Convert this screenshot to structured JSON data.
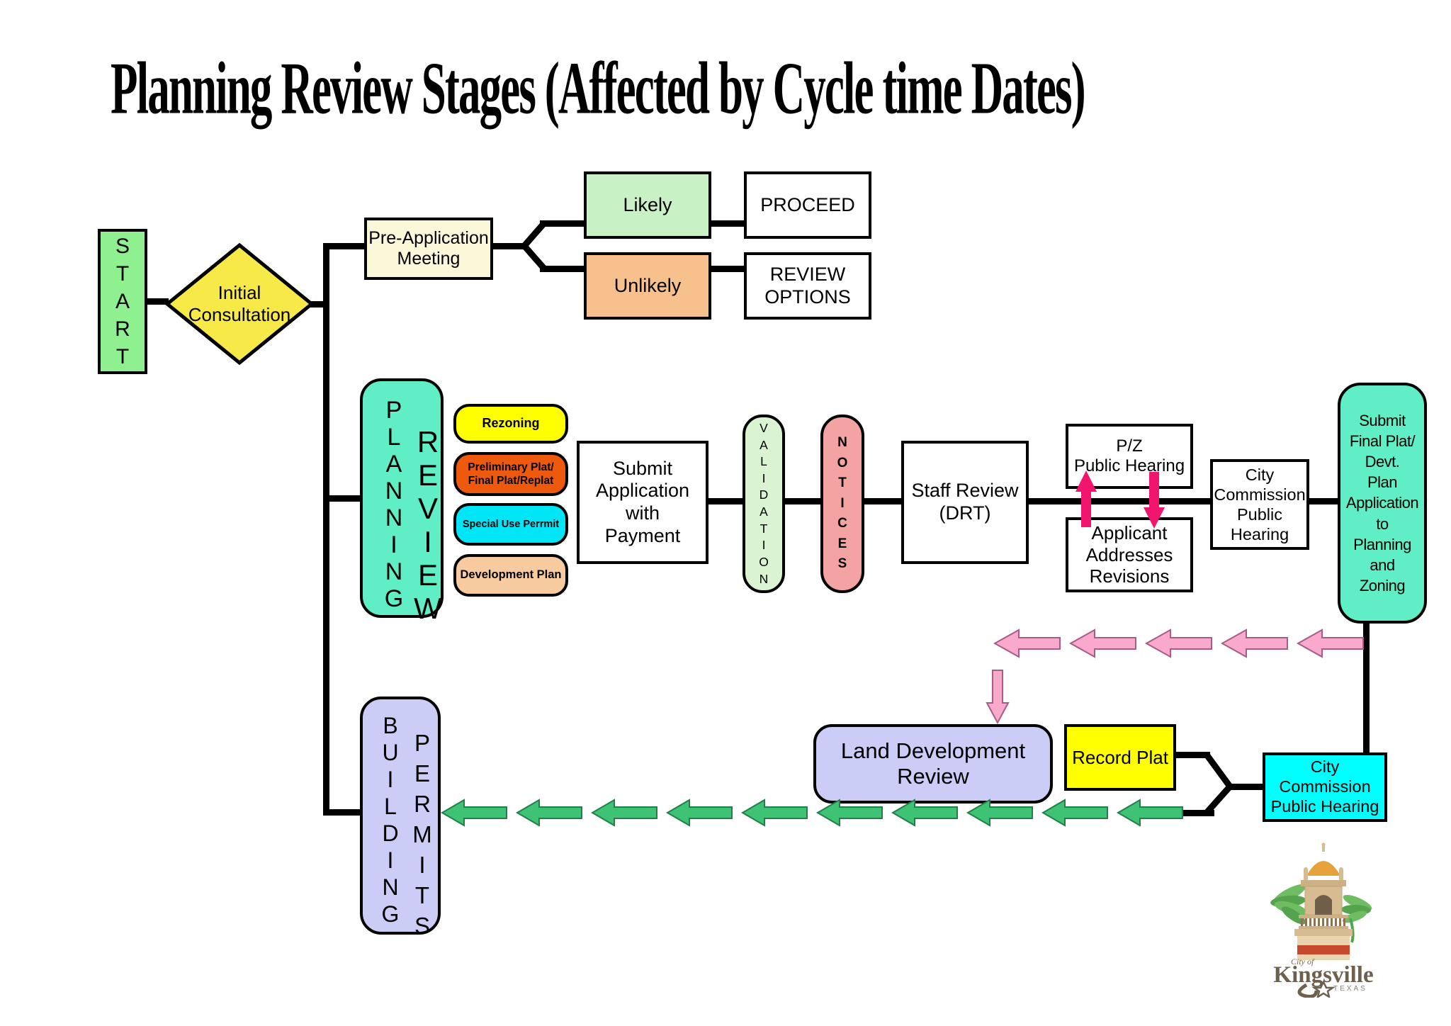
{
  "title": "Planning Review Stages (Affected by Cycle time Dates)",
  "colors": {
    "line": "#000000",
    "start-green": "#8ff08f",
    "diamond-yellow": "#f6e948",
    "cream": "#fbf8d9",
    "likely-green": "#c9f1c6",
    "unlikely-orange": "#f7c18e",
    "teal": "#5feec5",
    "pill-yellow": "#ffff00",
    "pill-orange": "#ee5a0d",
    "pill-cyan": "#00e6f7",
    "pill-peach": "#f7caa0",
    "pale-green": "#daf3d1",
    "salmon": "#f4a3a3",
    "magenta": "#f1156e",
    "pink": "#f9a9cc",
    "pink-border": "#a85b86",
    "lavender": "#cccdf6",
    "cyan": "#00ffff",
    "green-arrow": "#3ec273",
    "green-arrow-border": "#1f8048"
  },
  "nodes": {
    "start": {
      "label": "S\nT\nA\nR\nT"
    },
    "initial_consultation": {
      "label": "Initial\nConsultation"
    },
    "pre_application_meeting": {
      "label": "Pre-Application\nMeeting"
    },
    "likely": {
      "label": "Likely"
    },
    "proceed": {
      "label": "PROCEED"
    },
    "unlikely": {
      "label": "Unlikely"
    },
    "review_options": {
      "label": "REVIEW\nOPTIONS"
    },
    "planning_review": {
      "word1": "P\nL\nA\nN\nN\nI\nN\nG",
      "word2": "R\nE\nV\nI\nE\nW"
    },
    "rezoning": {
      "label": "Rezoning"
    },
    "preliminary_plat": {
      "label": "Preliminary Plat/\nFinal Plat/Replat"
    },
    "special_use_permit": {
      "label": "Special Use Perrmit"
    },
    "development_plan": {
      "label": "Development Plan"
    },
    "submit_application": {
      "label": "Submit\nApplication\nwith\nPayment"
    },
    "validation": {
      "label": "V\nA\nL\nI\nD\nA\nT\nI\nO\nN"
    },
    "notices": {
      "label": "N\nO\nT\nI\nC\nE\nS"
    },
    "staff_review": {
      "label": "Staff Review\n(DRT)"
    },
    "pz_public_hearing": {
      "label": "P/Z\nPublic Hearing"
    },
    "applicant_addresses_revisions": {
      "label": "Applicant\nAddresses\nRevisions"
    },
    "city_commission_public_hearing_upper": {
      "label": "City\nCommission\nPublic\nHearing"
    },
    "submit_final_plat": {
      "label": "Submit\nFinal Plat/\nDevt.\nPlan\nApplication\nto\nPlanning\nand\nZoning"
    },
    "land_development_review": {
      "label": "Land Development\nReview"
    },
    "record_plat": {
      "label": "Record Plat"
    },
    "city_commission_public_hearing_lower": {
      "label": "City\nCommission\nPublic Hearing"
    },
    "building_permits": {
      "word1": "B\nU\nI\nL\nD\nI\nN\nG",
      "word2": "P\nE\nR\nM\nI\nT\nS"
    }
  },
  "arrows": {
    "pink_left_count": 5,
    "green_left_count": 10
  },
  "logo": {
    "city_of": "City of",
    "name": "Kingsville",
    "state": "TEXAS"
  }
}
